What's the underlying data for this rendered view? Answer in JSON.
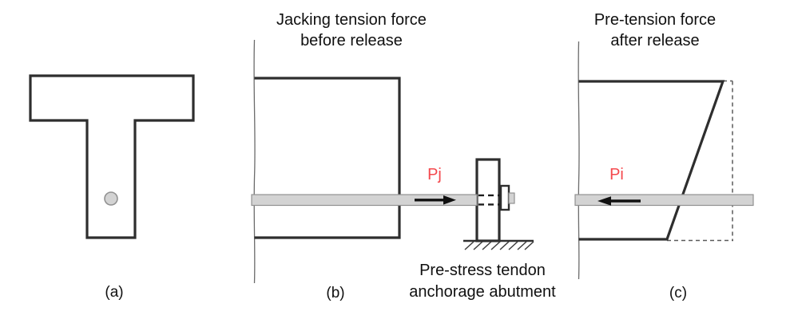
{
  "figure_title": "Pre-tensioning of concrete diagram",
  "colors": {
    "line_color": "#2e2e2e",
    "thin_line_color": "#6b6b6b",
    "tendon_fill": "#d3d3d3",
    "tendon_border": "#919191",
    "force_label_color": "#f4484d",
    "dash_color": "#5a5a5a",
    "text_color": "#101010",
    "background": "#ffffff"
  },
  "icons": {
    "force_right": "arrow-right",
    "force_left": "arrow-left",
    "ground": "hatched-ground",
    "tendon_dot": "filled-circle"
  },
  "panel_a": {
    "label": "(a)"
  },
  "panel_b": {
    "title_line1": "Jacking tension force",
    "title_line2": "before release",
    "force_label": "Pj",
    "caption_line1": "Pre-stress tendon",
    "caption_line2": "anchorage abutment",
    "label": "(b)"
  },
  "panel_c": {
    "title_line1": "Pre-tension force",
    "title_line2": "after release",
    "force_label": "Pi",
    "label": "(c)"
  }
}
